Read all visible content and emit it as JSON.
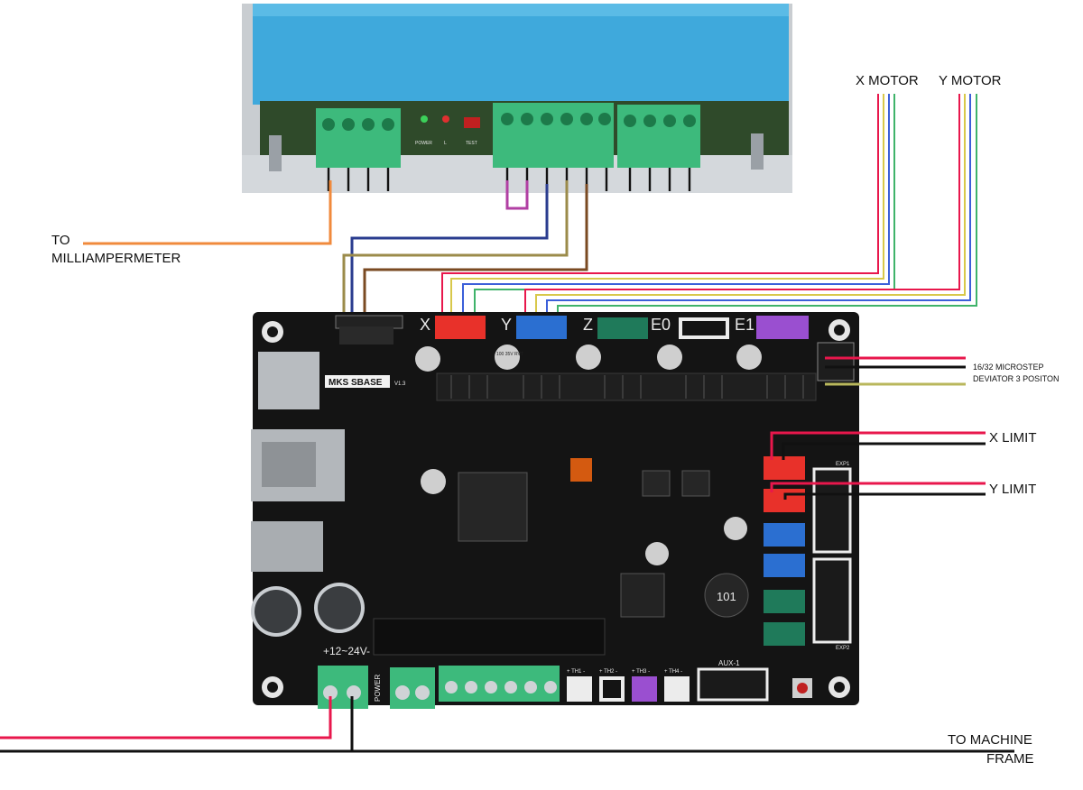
{
  "labels": {
    "x_motor": "X MOTOR",
    "y_motor": "Y MOTOR",
    "to_milliampermeter": [
      "TO",
      "MILLIAMPERMETER"
    ],
    "microstep": "16/32 MICROSTEP",
    "deviator": "DEVIATOR 3 POSITON",
    "x_limit": "X LIMIT",
    "y_limit": "Y LIMIT",
    "to_machine_frame": [
      "TO MACHINE",
      "FRAME"
    ]
  },
  "board": {
    "brand": "MKS SBASE",
    "version": "V1.3",
    "axis_labels": [
      "X",
      "Y",
      "Z",
      "E0",
      "E1"
    ],
    "power_label": "+12~24V-",
    "power_side_label": "POWER",
    "thermistor_labels": [
      "+ TH1 -",
      "+ TH2 -",
      "+ TH3 -",
      "+ TH4 -"
    ],
    "aux_label": "AUX-1",
    "inductor_label": "101",
    "exp_labels": [
      "EXP1",
      "EXP2"
    ],
    "capacitor_text": "100 35V RVT"
  },
  "psu": {
    "led_labels": [
      "POWER",
      "L",
      "TEST"
    ]
  },
  "colors": {
    "psu_blue": "#3fa9dc",
    "pcb_black": "#141414",
    "terminal_green": "#3dba7c",
    "wire_orange": "#f08a3c",
    "wire_navy": "#2a3c8f",
    "wire_olive": "#9b8b4a",
    "wire_brown": "#7a4a22",
    "wire_magenta": "#b13fa3",
    "wire_red": "#e8174c",
    "wire_black": "#111111",
    "wire_blue": "#3b5fd9",
    "wire_yellow": "#d8c84a",
    "wire_green": "#3fb36a",
    "wire_khaki": "#b9b75c",
    "connector_red": "#e8312a",
    "connector_blue": "#2b6fd1",
    "connector_teal": "#1f7a5a",
    "connector_purple": "#9a4fd0"
  }
}
